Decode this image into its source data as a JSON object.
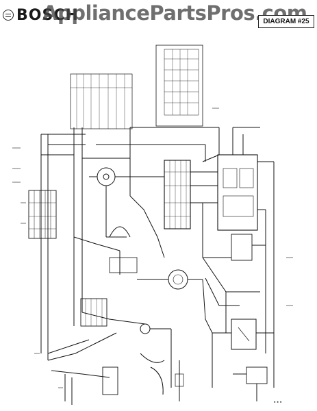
{
  "header": {
    "brand": "BOSCH",
    "watermark": "AppliancePartsPros.com",
    "diagram_label": "DIAGRAM #25"
  },
  "icons": {
    "brand_logo": "bosch-circle-logo"
  },
  "footer": {
    "marks": "▪ ▪ ▪"
  },
  "colors": {
    "ink": "#111111",
    "background": "#ffffff",
    "watermark": "#464646"
  }
}
